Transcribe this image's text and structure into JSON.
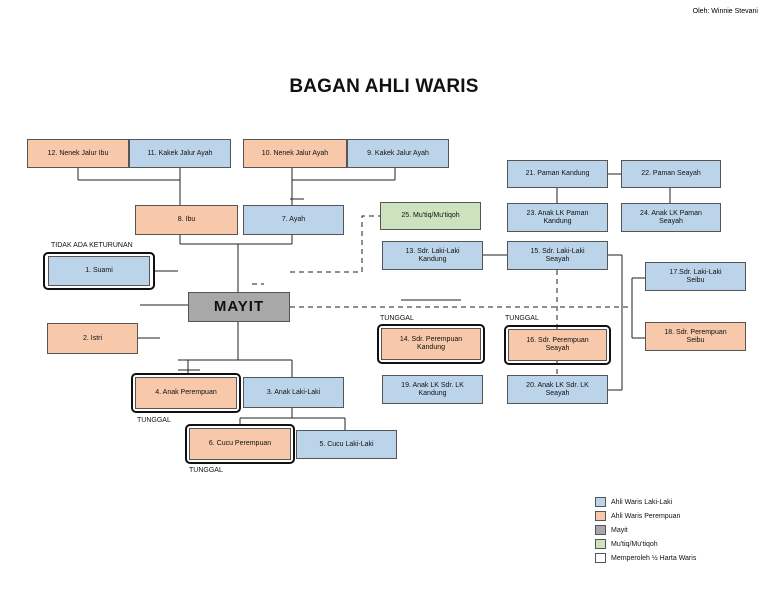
{
  "author": "Oleh: Winnie Stevani",
  "title": "BAGAN AHLI WARIS",
  "colors": {
    "male": "#bcd4ea",
    "female": "#f7c8a9",
    "deceased": "#a8a8a8",
    "mutiq": "#cde3bd",
    "half_share_border": "#111111"
  },
  "nodes": {
    "nenek_ibu": "12. Nenek Jalur Ibu",
    "kakek_ayah": "11.  Kakek Jalur Ayah",
    "nenek_ayah": "10. Nenek Jalur Ayah",
    "kakek_jalur_ayah": "9. Kakek Jalur Ayah",
    "ibu": "8. Ibu",
    "ayah": "7. Ayah",
    "mutiq": "25. Mu'tiq/Mu'tiqoh",
    "paman_kandung": "21. Paman Kandung",
    "paman_seayah": "22. Paman Seayah",
    "anak_lk_paman_kandung": "23. Anak LK Paman\nKandung",
    "anak_lk_paman_seayah": "24. Anak LK Paman\nSeayah",
    "suami": "1. Suami",
    "sdr_lk_kandung": "13. Sdr. Laki-Laki\nKandung",
    "sdr_lk_seayah": "15. Sdr. Laki-Laki\nSeayah",
    "sdr_lk_seibu": "17.Sdr. Laki-Laki\nSeibu",
    "mayit": "MAYIT",
    "istri": "2. Istri",
    "sdr_pr_kandung": "14. Sdr. Perempuan\nKandung",
    "sdr_pr_seayah": "16. Sdr. Perempuan\nSeayah",
    "sdr_pr_seibu": "18. Sdr. Perempuan\nSeibu",
    "anak_pr": "4. Anak Perempuan",
    "anak_lk": "3. Anak Laki-Laki",
    "anak_lk_sdr_kandung": "19. Anak LK Sdr. LK\nKandung",
    "anak_lk_sdr_seayah": "20. Anak LK Sdr. LK\nSeayah",
    "cucu_pr": "6. Cucu Perempuan",
    "cucu_lk": "5. Cucu Laki-Laki"
  },
  "notes": {
    "tidak_ada_keturunan": "TIDAK ADA KETURUNAN",
    "tunggal_sdr_pr_kandung": "TUNGGAL",
    "tunggal_sdr_pr_seayah": "TUNGGAL",
    "tunggal_anak_pr": "TUNGGAL",
    "tunggal_cucu_pr": "TUNGGAL"
  },
  "legend": [
    {
      "label": "Ahli Waris Laki-Laki",
      "color": "#bcd4ea"
    },
    {
      "label": "Ahli Waris Perempuan",
      "color": "#f7c8a9"
    },
    {
      "label": "Mayit",
      "color": "#a8a8a8"
    },
    {
      "label": "Mu'tiq/Mu'tiqoh",
      "color": "#cde3bd"
    },
    {
      "label": "Memperoleh ½ Harta Waris",
      "color": "#ffffff"
    }
  ]
}
